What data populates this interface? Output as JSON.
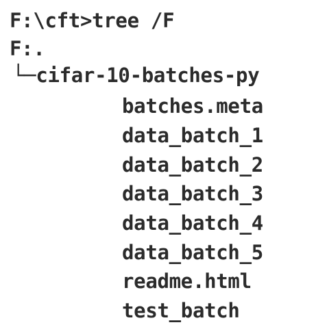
{
  "console": {
    "command_line": "F:\\cft>tree /F",
    "volume_line": "F:.",
    "folder_line": "└─cifar-10-batches-py",
    "files": [
      "batches.meta",
      "data_batch_1",
      "data_batch_2",
      "data_batch_3",
      "data_batch_4",
      "data_batch_5",
      "readme.html",
      "test_batch"
    ]
  },
  "colors": {
    "background": "#ffffff",
    "text": "#2b2b2b"
  }
}
